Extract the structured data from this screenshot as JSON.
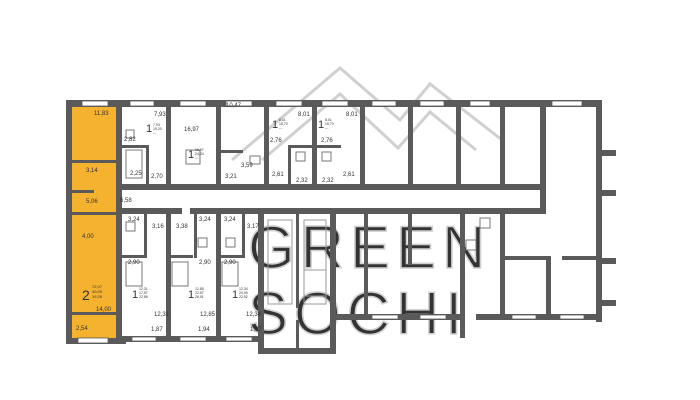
{
  "colors": {
    "wall": "#5a5a5a",
    "highlight": "#f4b22f",
    "watermark": "#d0d0d0",
    "text": "#333333"
  },
  "watermark": {
    "line1": "GREEN",
    "line2": "SOCHI"
  },
  "highlighted_unit": {
    "rooms": "2",
    "info": [
      "72,07",
      "40,05",
      "19,26"
    ]
  },
  "units": [
    {
      "rooms": "1",
      "info": [
        "7,93",
        "15,20",
        "---"
      ]
    },
    {
      "rooms": "1",
      "info": [
        "16,97",
        "24,24",
        "---"
      ]
    },
    {
      "rooms": "1",
      "info": [
        "8,01",
        "15,70",
        "---"
      ]
    },
    {
      "rooms": "1",
      "info": [
        "8,01",
        "15,70",
        "---"
      ]
    },
    {
      "rooms": "1",
      "info": [
        "12,31",
        "17,57",
        "22,86"
      ]
    },
    {
      "rooms": "1",
      "info": [
        "12,85",
        "22,57",
        "26,51"
      ]
    },
    {
      "rooms": "1",
      "info": [
        "12,34",
        "20,09",
        "22,52"
      ]
    }
  ],
  "area_labels": [
    "11,83",
    "7,93",
    "16,97",
    "10,47",
    "8,01",
    "8,01",
    "2,82",
    "2,25",
    "2,70",
    "3,59",
    "3,21",
    "2,76",
    "2,76",
    "2,61",
    "2,32",
    "2,32",
    "2,61",
    "3,14",
    "5,06",
    "6,58",
    "4,00",
    "14,00",
    "2,54",
    "3,24",
    "3,16",
    "3,38",
    "3,24",
    "3,24",
    "3,17",
    "2,90",
    "2,90",
    "2,90",
    "12,31",
    "12,85",
    "12,34",
    "1,87",
    "1,94",
    "1,87"
  ]
}
